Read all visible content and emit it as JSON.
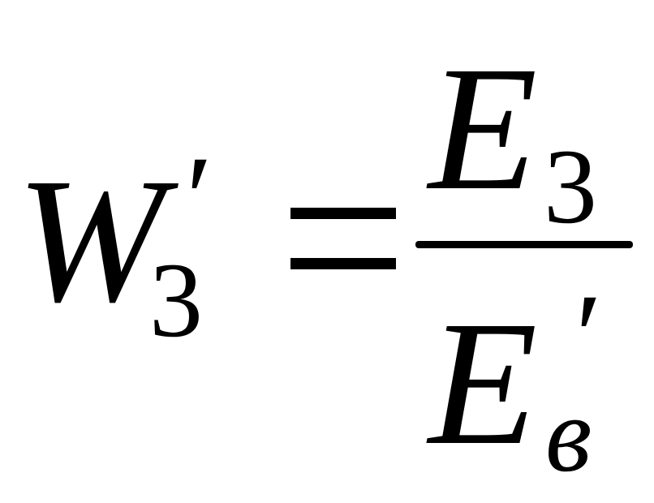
{
  "formula": {
    "lhs": {
      "variable": "W",
      "subscript": "3",
      "prime": "′"
    },
    "equals": "=",
    "numerator": {
      "variable": "E",
      "subscript": "3"
    },
    "denominator": {
      "variable": "E",
      "subscript": "в",
      "prime": "′"
    }
  }
}
